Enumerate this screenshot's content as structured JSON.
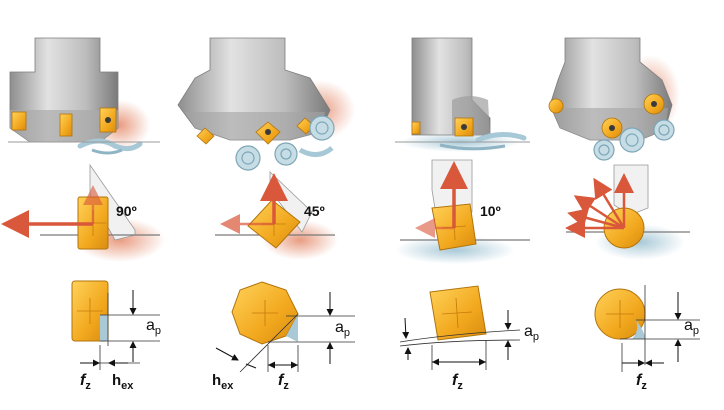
{
  "panels": [
    {
      "angle": "90º",
      "ap_base": "a",
      "ap_sub": "p",
      "fz_base": "f",
      "fz_sub": "z",
      "hex_base": "h",
      "hex_sub": "ex"
    },
    {
      "angle": "45º",
      "ap_base": "a",
      "ap_sub": "p",
      "fz_base": "f",
      "fz_sub": "z",
      "hex_base": "h",
      "hex_sub": "ex"
    },
    {
      "angle": "10º",
      "ap_base": "a",
      "ap_sub": "p",
      "fz_base": "f",
      "fz_sub": "z"
    },
    {
      "ap_base": "a",
      "ap_sub": "p",
      "fz_base": "f",
      "fz_sub": "z"
    }
  ],
  "colors": {
    "insert": "#f2a81e",
    "insert_edge": "#c47a0a",
    "arrow": "#d9573a",
    "tool_body": "#c9c9c9",
    "chip": "#bfd7e2",
    "workpiece_shadow_warm": "#e9a58c",
    "workpiece_shadow_cool": "#b8d3de"
  }
}
